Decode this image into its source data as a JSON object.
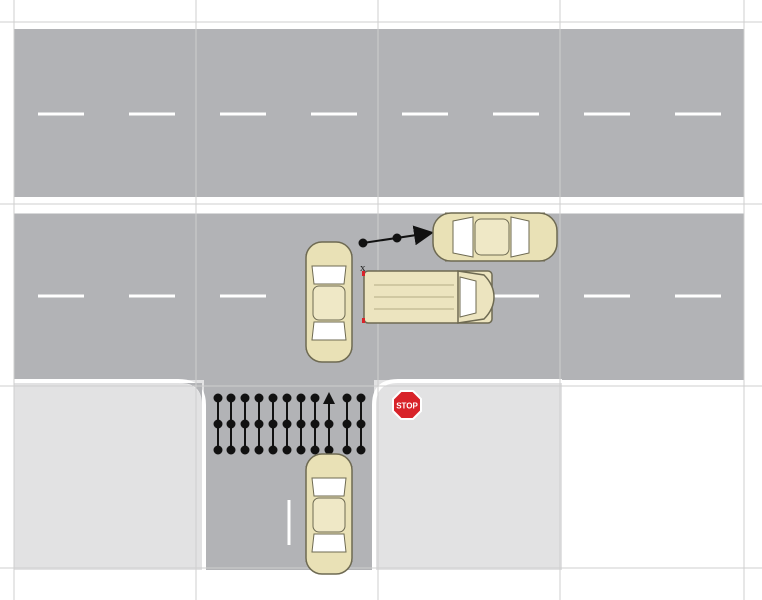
{
  "scene": {
    "colors": {
      "asphalt": "#b2b3b6",
      "sidewalk": "#e2e2e3",
      "background": "#ffffff",
      "grid": "#cfcfcf",
      "lane_marking": "#ffffff",
      "car_body": "#e9e1b6",
      "car_outline": "#6e6a52",
      "glass": "#ffffff",
      "van_body": "#ece4bf",
      "path_dots": "#111111",
      "stop_sign": "#d8232a"
    },
    "roads": [
      "upper-horizontal-road",
      "lower-horizontal-road",
      "vertical-side-road"
    ],
    "vehicles": [
      "car-intersection-southbound",
      "car-parked-top-right",
      "van-eastbound",
      "car-side-road-northbound"
    ],
    "stop_sign": {
      "label": "STOP"
    },
    "marker": {
      "label": "x"
    }
  }
}
